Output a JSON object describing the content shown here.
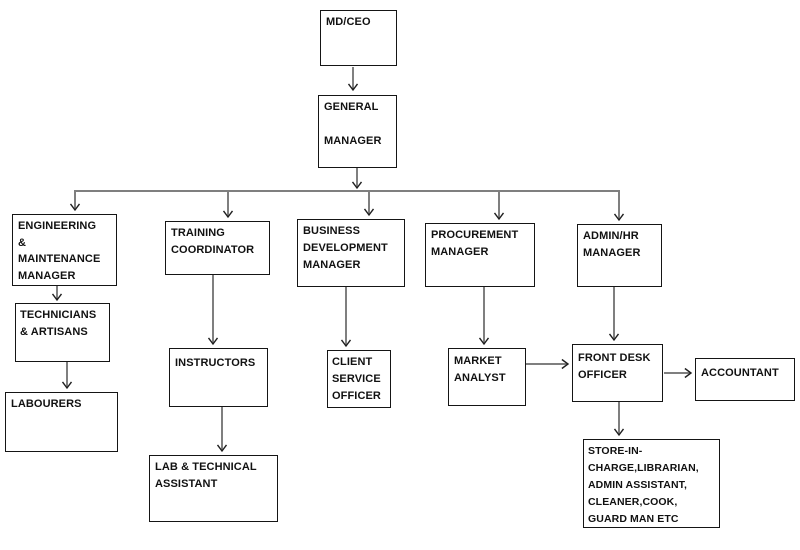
{
  "diagram": {
    "type": "organizational-chart",
    "colors": {
      "background": "#ffffff",
      "box_border": "#151515",
      "text": "#111111",
      "connector_line": "#7f7f7f",
      "arrowhead": "#1f1f1f"
    },
    "nodes": {
      "md_ceo": {
        "label": "MD/CEO"
      },
      "general_manager": {
        "label": "GENERAL\n\nMANAGER"
      },
      "engineering": {
        "label": "ENGINEERING\n&\nMAINTENANCE\nMANAGER"
      },
      "training_coordinator": {
        "label": "TRAINING\nCOORDINATOR"
      },
      "business_dev": {
        "label": "BUSINESS\nDEVELOPMENT\nMANAGER"
      },
      "procurement": {
        "label": "PROCUREMENT\nMANAGER"
      },
      "admin_hr": {
        "label": "ADMIN/HR\nMANAGER"
      },
      "technicians": {
        "label": "TECHNICIANS\n& ARTISANS"
      },
      "labourers": {
        "label": "LABOURERS"
      },
      "instructors": {
        "label": "INSTRUCTORS"
      },
      "lab_technical": {
        "label": "LAB & TECHNICAL\nASSISTANT"
      },
      "client_service": {
        "label": "CLIENT\nSERVICE\nOFFICER"
      },
      "market_analyst": {
        "label": "MARKET\nANALYST"
      },
      "front_desk": {
        "label": "FRONT DESK\nOFFICER"
      },
      "accountant": {
        "label": "ACCOUNTANT"
      },
      "store_in_charge": {
        "label": "STORE-IN-\nCHARGE,LIBRARIAN,\nADMIN ASSISTANT,\nCLEANER,COOK,\nGUARD MAN ETC"
      }
    },
    "edges": [
      {
        "from": "md_ceo",
        "to": "general_manager"
      },
      {
        "from": "general_manager",
        "to": "engineering"
      },
      {
        "from": "general_manager",
        "to": "training_coordinator"
      },
      {
        "from": "general_manager",
        "to": "business_dev"
      },
      {
        "from": "general_manager",
        "to": "procurement"
      },
      {
        "from": "general_manager",
        "to": "admin_hr"
      },
      {
        "from": "engineering",
        "to": "technicians"
      },
      {
        "from": "technicians",
        "to": "labourers"
      },
      {
        "from": "training_coordinator",
        "to": "instructors"
      },
      {
        "from": "instructors",
        "to": "lab_technical"
      },
      {
        "from": "business_dev",
        "to": "client_service"
      },
      {
        "from": "procurement",
        "to": "market_analyst"
      },
      {
        "from": "admin_hr",
        "to": "front_desk"
      },
      {
        "from": "market_analyst",
        "to": "front_desk"
      },
      {
        "from": "front_desk",
        "to": "accountant"
      },
      {
        "from": "front_desk",
        "to": "store_in_charge"
      }
    ]
  }
}
